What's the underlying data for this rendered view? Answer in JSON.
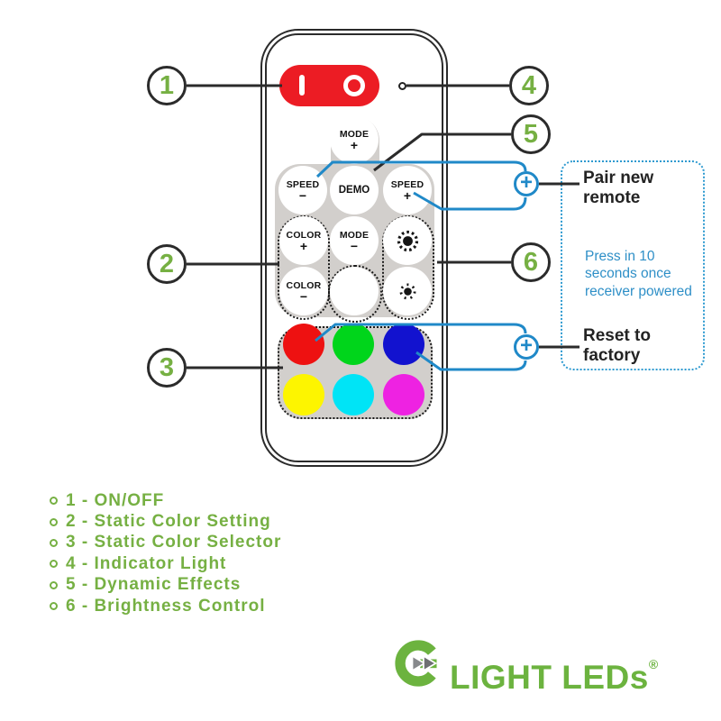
{
  "colors": {
    "power_red": "#ec1c24",
    "accent_green": "#76b043",
    "logo_green": "#6cb33f",
    "line_blue": "#2089c8",
    "note_blue": "#2e8fc7",
    "remote_gray": "#d2cfcc",
    "outline_black": "#2b2b2b"
  },
  "remote": {
    "power_button": {
      "on_symbol": "I",
      "off_symbol": "O"
    },
    "indicator_light": "dot",
    "keys": {
      "mode_plus": {
        "l1": "MODE",
        "l2": "+"
      },
      "speed_minus": {
        "l1": "SPEED",
        "l2": "−"
      },
      "demo": {
        "l1": "DEMO"
      },
      "speed_plus": {
        "l1": "SPEED",
        "l2": "+"
      },
      "color_plus": {
        "l1": "COLOR",
        "l2": "+"
      },
      "mode_minus": {
        "l1": "MODE",
        "l2": "−"
      },
      "brightness_up_icon": "sun-large-icon",
      "color_minus": {
        "l1": "COLOR",
        "l2": "−"
      },
      "white_key": "blank",
      "brightness_down_icon": "sun-small-icon"
    },
    "swatches": [
      {
        "name": "red",
        "hex": "#ee1111"
      },
      {
        "name": "green",
        "hex": "#00d51b"
      },
      {
        "name": "blue",
        "hex": "#1212cf"
      },
      {
        "name": "yellow",
        "hex": "#fdf500"
      },
      {
        "name": "cyan",
        "hex": "#00e4f6"
      },
      {
        "name": "magenta",
        "hex": "#ee22e2"
      }
    ]
  },
  "callouts": {
    "c1": "1",
    "c2": "2",
    "c3": "3",
    "c4": "4",
    "c5": "5",
    "c6": "6"
  },
  "info_box": {
    "pair_title": "Pair new remote",
    "note": "Press in 10 seconds once receiver powered",
    "reset_title": "Reset to factory",
    "plus_symbol": "+"
  },
  "legend": {
    "items": [
      "1 - ON/OFF",
      "2 - Static Color Setting",
      "3 - Static Color Selector",
      "4 - Indicator Light",
      "5 - Dynamic Effects",
      "6 - Brightness Control"
    ]
  },
  "logo": {
    "brand": "LIGHT LEDs",
    "registered": "®"
  }
}
